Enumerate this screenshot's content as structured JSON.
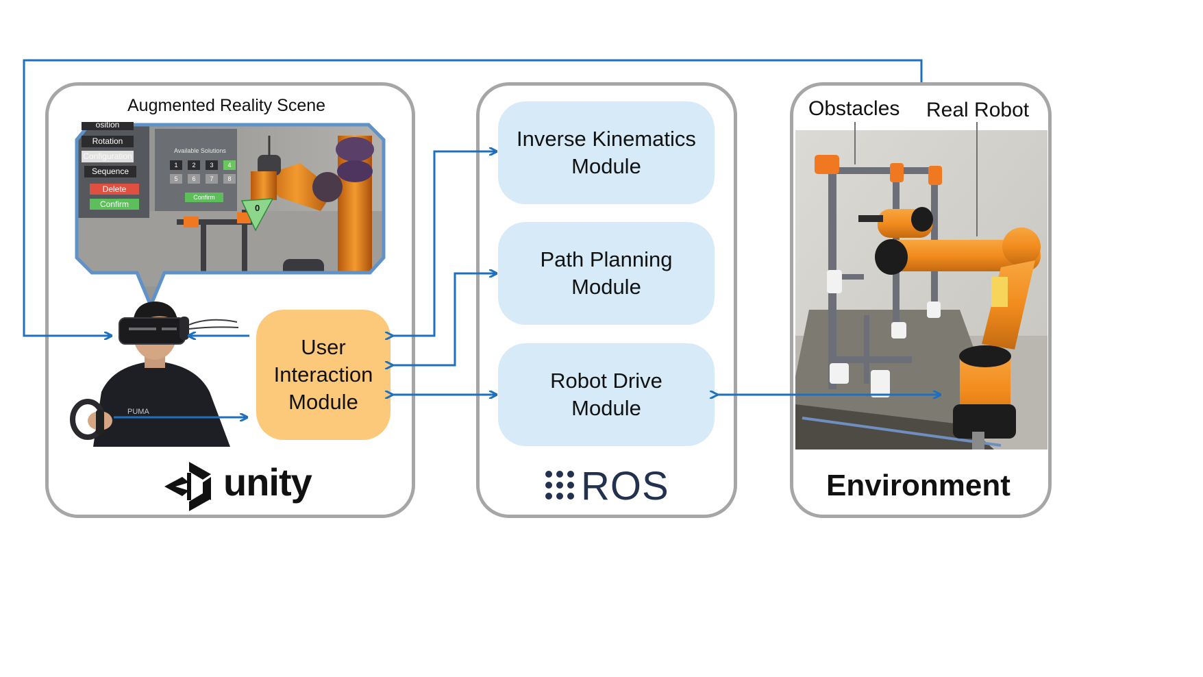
{
  "colors": {
    "arrow": "#1f6fbf",
    "panel_border": "#a6a6a6",
    "ros_module": "#d6eaf7",
    "ui_module": "#fcc97a",
    "robot_orange": "#f28c1e"
  },
  "unity_panel": {
    "scene_title": "Augmented Reality Scene",
    "ar_menu": {
      "items": [
        "osition",
        "Rotation",
        "Configuration",
        "Sequence",
        "Delete",
        "Confirm"
      ],
      "solutions_title": "Available Solutions",
      "solution_numbers": [
        "1",
        "2",
        "3",
        "4",
        "5",
        "6",
        "7",
        "8"
      ],
      "confirm_label": "Confirm",
      "marker_label": "0"
    },
    "ui_module_label": "User\nInteraction\nModule",
    "logo_text": "unity"
  },
  "ros_panel": {
    "modules": [
      {
        "label": "Inverse Kinematics\nModule"
      },
      {
        "label": "Path Planning\nModule"
      },
      {
        "label": "Robot Drive\nModule"
      }
    ],
    "logo_text": "ROS"
  },
  "environment_panel": {
    "obstacles_label": "Obstacles",
    "real_robot_label": "Real Robot",
    "title": "Environment"
  }
}
